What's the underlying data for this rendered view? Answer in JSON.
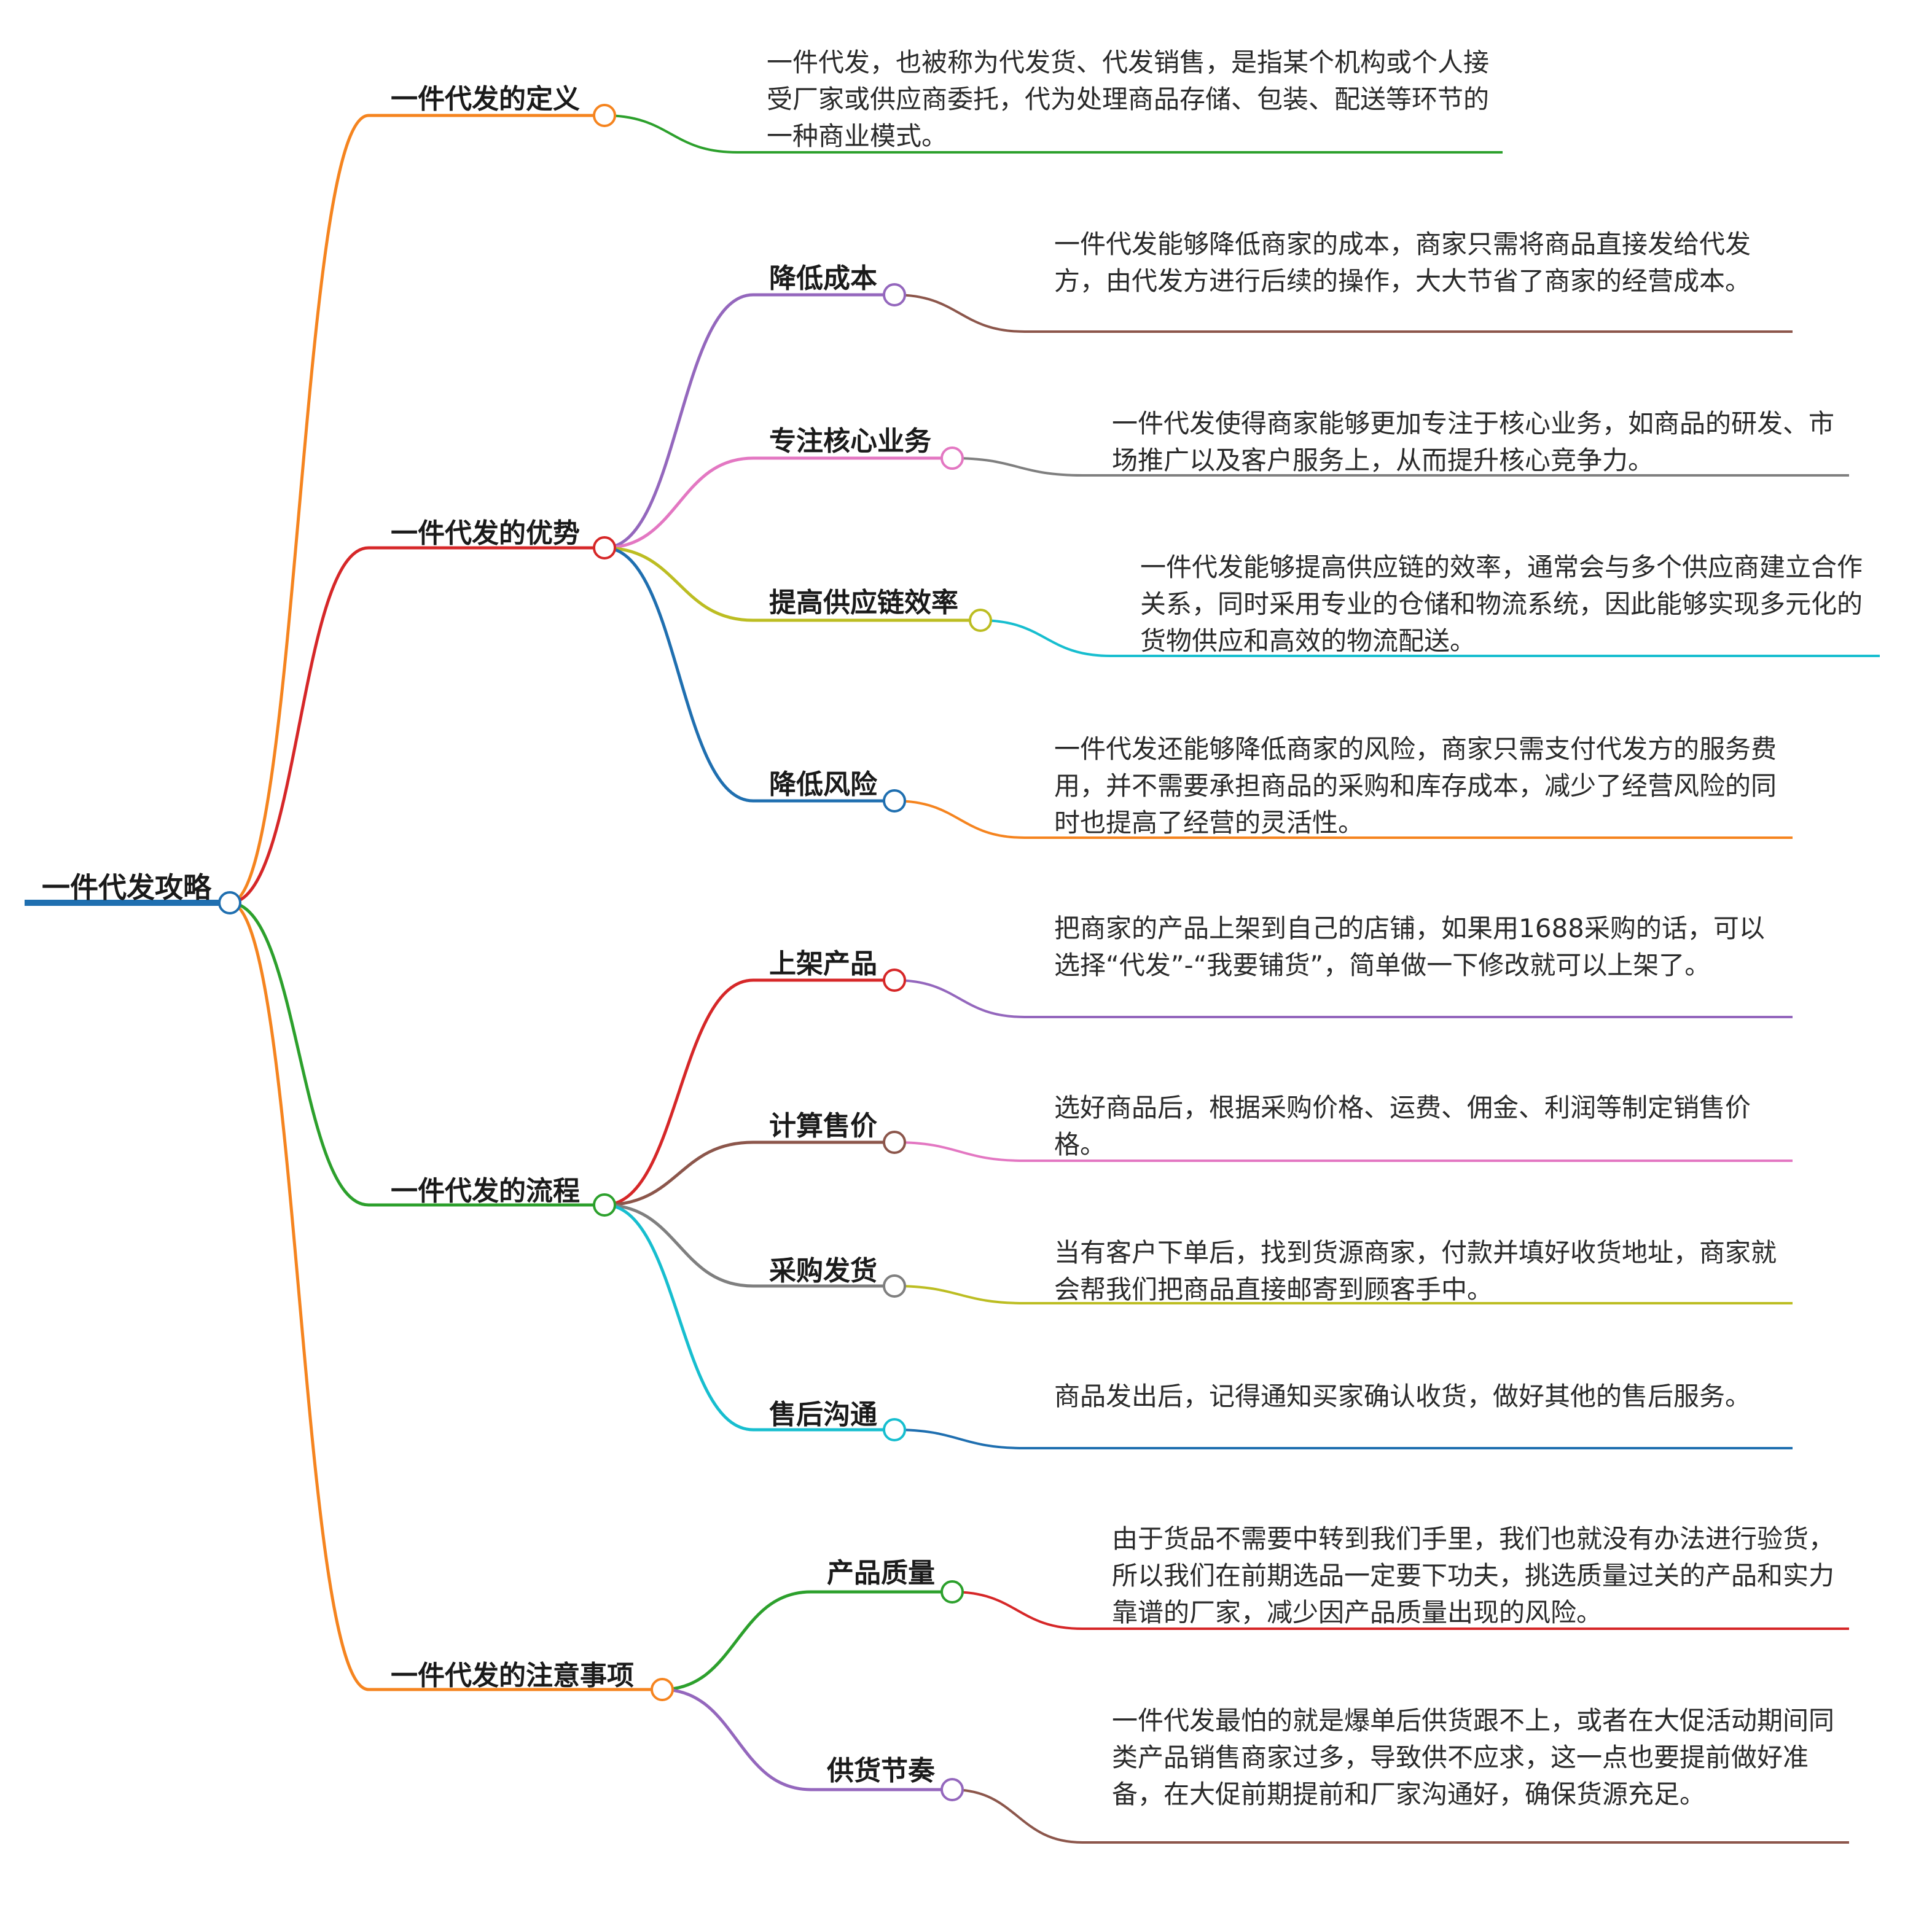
{
  "root": {
    "label": "一件代发攻略",
    "color": "#1f6fb0",
    "children": [
      {
        "label": "一件代发的定义",
        "color": "#f5841f",
        "text": "一件代发，也被称为代发货、代发销售，是指某个机构或个人接受厂家或供应商委托，代为处理商品存储、包装、配送等环节的一种商业模式。",
        "text_color": "#2ca02c"
      },
      {
        "label": "一件代发的优势",
        "color": "#d62728",
        "children": [
          {
            "label": "降低成本",
            "color": "#9467bd",
            "text_color": "#8c564b",
            "text": "一件代发能够降低商家的成本，商家只需将商品直接发给代发方，由代发方进行后续的操作，大大节省了商家的经营成本。"
          },
          {
            "label": "专注核心业务",
            "color": "#e377c2",
            "text_color": "#7f7f7f",
            "text": "一件代发使得商家能够更加专注于核心业务，如商品的研发、市场推广以及客户服务上，从而提升核心竞争力。"
          },
          {
            "label": "提高供应链效率",
            "color": "#bcbd22",
            "text_color": "#17becf",
            "text": "一件代发能够提高供应链的效率，通常会与多个供应商建立合作关系，同时采用专业的仓储和物流系统，因此能够实现多元化的货物供应和高效的物流配送。"
          },
          {
            "label": "降低风险",
            "color": "#1f6fb0",
            "text_color": "#f5841f",
            "text": "一件代发还能够降低商家的风险，商家只需支付代发方的服务费用，并不需要承担商品的采购和库存成本，减少了经营风险的同时也提高了经营的灵活性。"
          }
        ]
      },
      {
        "label": "一件代发的流程",
        "color": "#2ca02c",
        "children": [
          {
            "label": "上架产品",
            "color": "#d62728",
            "text_color": "#9467bd",
            "text": "把商家的产品上架到自己的店铺，如果用1688采购的话，可以选择“代发”-“我要铺货”，简单做一下修改就可以上架了。"
          },
          {
            "label": "计算售价",
            "color": "#8c564b",
            "text_color": "#e377c2",
            "text": "选好商品后，根据采购价格、运费、佣金、利润等制定销售价格。"
          },
          {
            "label": "采购发货",
            "color": "#7f7f7f",
            "text_color": "#bcbd22",
            "text": "当有客户下单后，找到货源商家，付款并填好收货地址，商家就会帮我们把商品直接邮寄到顾客手中。"
          },
          {
            "label": "售后沟通",
            "color": "#17becf",
            "text_color": "#1f6fb0",
            "text": "商品发出后，记得通知买家确认收货，做好其他的售后服务。"
          }
        ]
      },
      {
        "label": "一件代发的注意事项",
        "color": "#f5841f",
        "children": [
          {
            "label": "产品质量",
            "color": "#2ca02c",
            "text_color": "#d62728",
            "text": "由于货品不需要中转到我们手里，我们也就没有办法进行验货，所以我们在前期选品一定要下功夫，挑选质量过关的产品和实力靠谱的厂家，减少因产品质量出现的风险。"
          },
          {
            "label": "供货节奏",
            "color": "#9467bd",
            "text_color": "#8c564b",
            "text": "一件代发最怕的就是爆单后供货跟不上，或者在大促活动期间同类产品销售商家过多，导致供不应求，这一点也要提前做好准备，在大促前期提前和厂家沟通好，确保货源充足。"
          }
        ]
      }
    ]
  }
}
